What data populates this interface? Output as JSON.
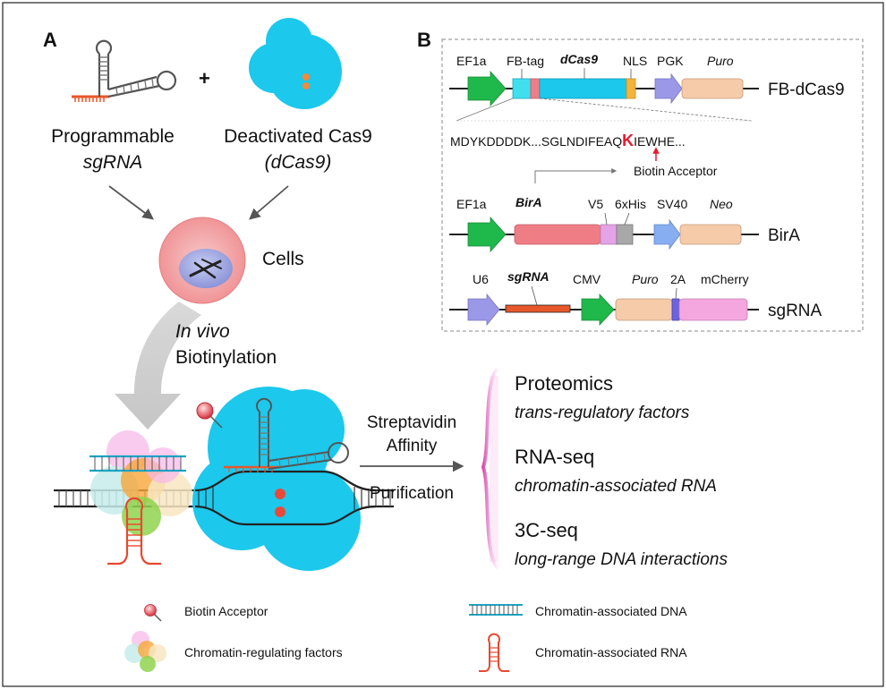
{
  "panels": {
    "a": "A",
    "b": "B"
  },
  "top": {
    "plus": "+",
    "sgrna_line1": "Programmable",
    "sgrna_line2": "sgRNA",
    "dcas9_line1": "Deactivated Cas9",
    "dcas9_line2": "(dCas9)",
    "cells": "Cells",
    "invivo_1": "In vivo",
    "invivo_2": "Biotinylation"
  },
  "purification": {
    "line1": "Streptavidin",
    "line2": "Affinity",
    "line3": "Purification"
  },
  "outputs": [
    {
      "title": "Proteomics",
      "subtitle": "trans-regulatory factors"
    },
    {
      "title": "RNA-seq",
      "subtitle": "chromatin-associated RNA"
    },
    {
      "title": "3C-seq",
      "subtitle": "long-range DNA interactions"
    }
  ],
  "legend": {
    "biotin": "Biotin Acceptor",
    "chromatin_dna": "Chromatin-associated DNA",
    "factors": "Chromatin-regulating factors",
    "chromatin_rna": "Chromatin-associated RNA"
  },
  "constructs": {
    "fb": {
      "name": "FB-dCas9",
      "labels": {
        "ef1a": "EF1a",
        "fbtag": "FB-tag",
        "dcas9": "dCas9",
        "nls": "NLS",
        "pgk": "PGK",
        "puro": "Puro"
      },
      "seq_pre": "MDYKDDDDK...SGLNDIFEAQ",
      "seq_k": "K",
      "seq_post": "IEWHE...",
      "acceptor": "Biotin Acceptor"
    },
    "bira": {
      "name": "BirA",
      "labels": {
        "ef1a": "EF1a",
        "bira": "BirA",
        "v5": "V5",
        "his": "6xHis",
        "sv40": "SV40",
        "neo": "Neo"
      }
    },
    "sgrna": {
      "name": "sgRNA",
      "labels": {
        "u6": "U6",
        "sgrna": "sgRNA",
        "cmv": "CMV",
        "puro": "Puro",
        "t2a": "2A",
        "mcherry": "mCherry"
      }
    }
  },
  "colors": {
    "cas9": "#1cc8ec",
    "green_promoter": "#1fb84a",
    "purple_promoter": "#9c98e8",
    "blue_promoter": "#86aef0",
    "peach": "#f6cbaa",
    "pink_bira": "#ef7d86",
    "mcherry": "#f4a6de",
    "sgrna_orange": "#e8572a",
    "rna_red": "#e8492f",
    "dna_teal": "#1ca6c6",
    "arrow_gray": "#cfcfcf",
    "highlight_k": "#e8192c",
    "bracket_pink": "#e06cc0"
  }
}
